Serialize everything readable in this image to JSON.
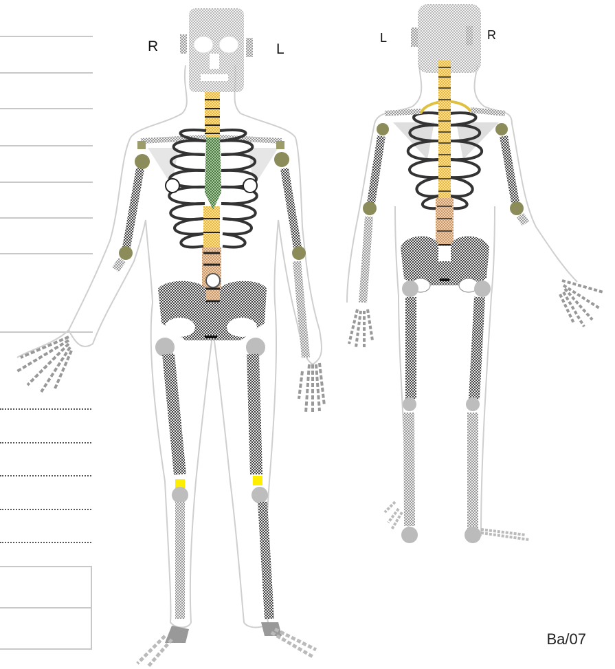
{
  "front_view": {
    "right_label": "R",
    "left_label": "L"
  },
  "back_view": {
    "left_label": "L",
    "right_label": "R"
  },
  "footer_code": "Ba/07",
  "colors": {
    "outline": "#cfcfcf",
    "bone_light": "#d9d9d9",
    "bone_dark": "#6b6b6b",
    "cervical": "#f0c860",
    "lumbar": "#e0b898",
    "sternum": "#5a8a50",
    "joint": "#8c8c5a",
    "marker_yellow": "#ffee00"
  }
}
